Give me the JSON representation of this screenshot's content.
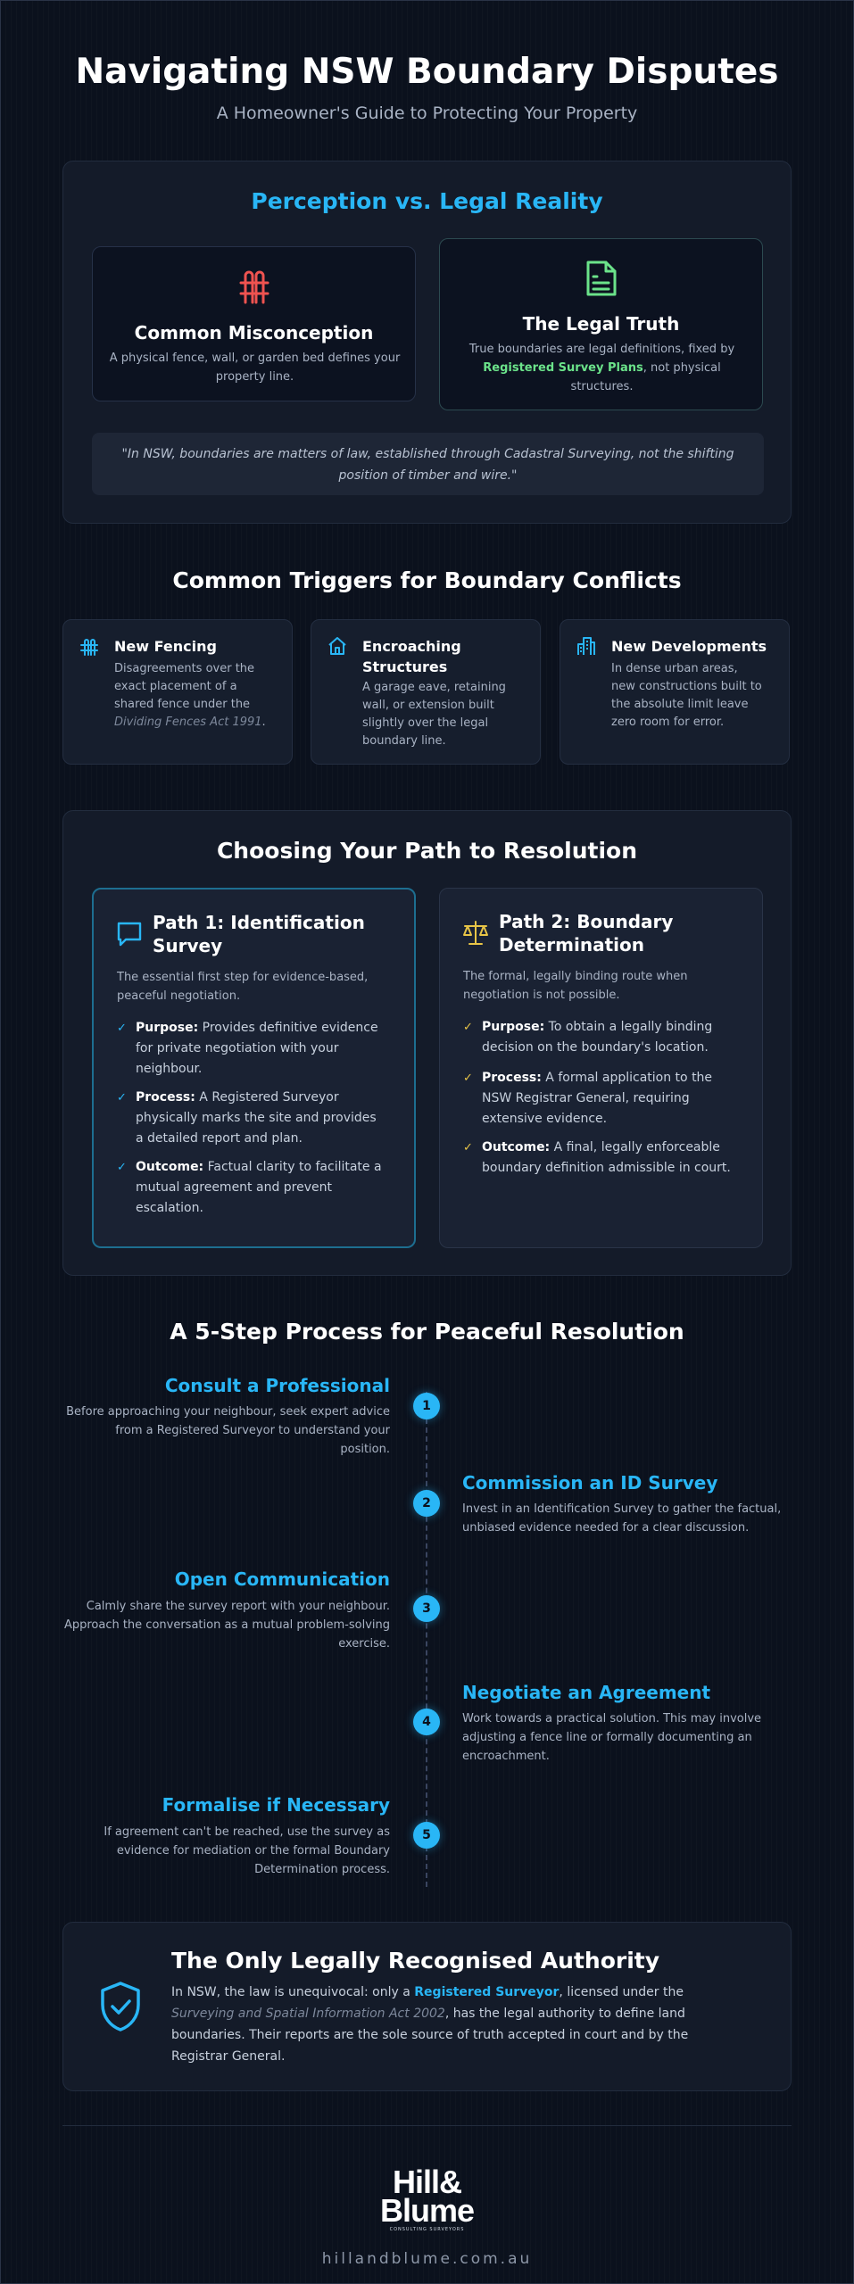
{
  "header": {
    "title": "Navigating NSW Boundary Disputes",
    "subtitle": "A Homeowner's Guide to Protecting Your Property"
  },
  "perception": {
    "heading": "Perception vs. Legal Reality",
    "misconception": {
      "icon": "fence-icon",
      "title": "Common Misconception",
      "text": "A physical fence, wall, or garden bed defines your property line."
    },
    "truth": {
      "icon": "document-icon",
      "title": "The Legal Truth",
      "text_before": "True boundaries are legal definitions, fixed by",
      "highlight": "Registered Survey Plans",
      "text_after": ", not physical structures."
    },
    "quote": "\"In NSW, boundaries are matters of law, established through Cadastral Surveying, not the shifting position of timber and wire.\""
  },
  "triggers": {
    "heading": "Common Triggers for Boundary Conflicts",
    "items": [
      {
        "icon": "fence-icon",
        "title": "New Fencing",
        "text": "Disagreements over the exact placement of a shared fence under the",
        "emphasis": "Dividing Fences Act 1991",
        "suffix": "."
      },
      {
        "icon": "house-icon",
        "title": "Encroaching Structures",
        "text": "A garage eave, retaining wall, or extension built slightly over the legal boundary line."
      },
      {
        "icon": "buildings-icon",
        "title": "New Developments",
        "text": "In dense urban areas, new constructions built to the absolute limit leave zero room for error."
      }
    ]
  },
  "paths": {
    "heading": "Choosing Your Path to Resolution",
    "path1": {
      "icon": "chat-bubble-icon",
      "title": "Path 1: Identification Survey",
      "intro": "The essential first step for evidence-based, peaceful negotiation.",
      "items": [
        {
          "label": "Purpose:",
          "text": " Provides definitive evidence for private negotiation with your neighbour."
        },
        {
          "label": "Process:",
          "text": " A Registered Surveyor physically marks the site and provides a detailed report and plan."
        },
        {
          "label": "Outcome:",
          "text": " Factual clarity to facilitate a mutual agreement and prevent escalation."
        }
      ]
    },
    "path2": {
      "icon": "scales-icon",
      "title": "Path 2: Boundary Determination",
      "intro": "The formal, legally binding route when negotiation is not possible.",
      "items": [
        {
          "label": "Purpose:",
          "text": " To obtain a legally binding decision on the boundary's location."
        },
        {
          "label": "Process:",
          "text": " A formal application to the NSW Registrar General, requiring extensive evidence."
        },
        {
          "label": "Outcome:",
          "text": " A final, legally enforceable boundary definition admissible in court."
        }
      ]
    }
  },
  "steps": {
    "heading": "A 5-Step Process for Peaceful Resolution",
    "items": [
      {
        "num": "1",
        "title": "Consult a Professional",
        "text": "Before approaching your neighbour, seek expert advice from a Registered Surveyor to understand your position."
      },
      {
        "num": "2",
        "title": "Commission an ID Survey",
        "text": "Invest in an Identification Survey to gather the factual, unbiased evidence needed for a clear discussion."
      },
      {
        "num": "3",
        "title": "Open Communication",
        "text": "Calmly share the survey report with your neighbour. Approach the conversation as a mutual problem-solving exercise."
      },
      {
        "num": "4",
        "title": "Negotiate an Agreement",
        "text": "Work towards a practical solution. This may involve adjusting a fence line or formally documenting an encroachment."
      },
      {
        "num": "5",
        "title": "Formalise if Necessary",
        "text": "If agreement can't be reached, use the survey as evidence for mediation or the formal Boundary Determination process."
      }
    ]
  },
  "authority": {
    "icon": "shield-check-icon",
    "title": "The Only Legally Recognised Authority",
    "text_1": "In NSW, the law is unequivocal: only a ",
    "highlight": "Registered Surveyor",
    "text_2": ", licensed under the ",
    "act": "Surveying and Spatial Information Act 2002",
    "text_3": ", has the legal authority to define land boundaries. Their reports are the sole source of truth accepted in court and by the Registrar General."
  },
  "footer": {
    "logo_line1": "Hill&",
    "logo_line2": "Blume",
    "logo_sub": "CONSULTING SURVEYORS",
    "website": "hillandblume.com.au"
  },
  "colors": {
    "background": "#0b111d",
    "accent": "#29b6f6",
    "truth_green": "#6be38a",
    "misconception_red": "#ef5350",
    "path2_yellow": "#e8c547"
  }
}
